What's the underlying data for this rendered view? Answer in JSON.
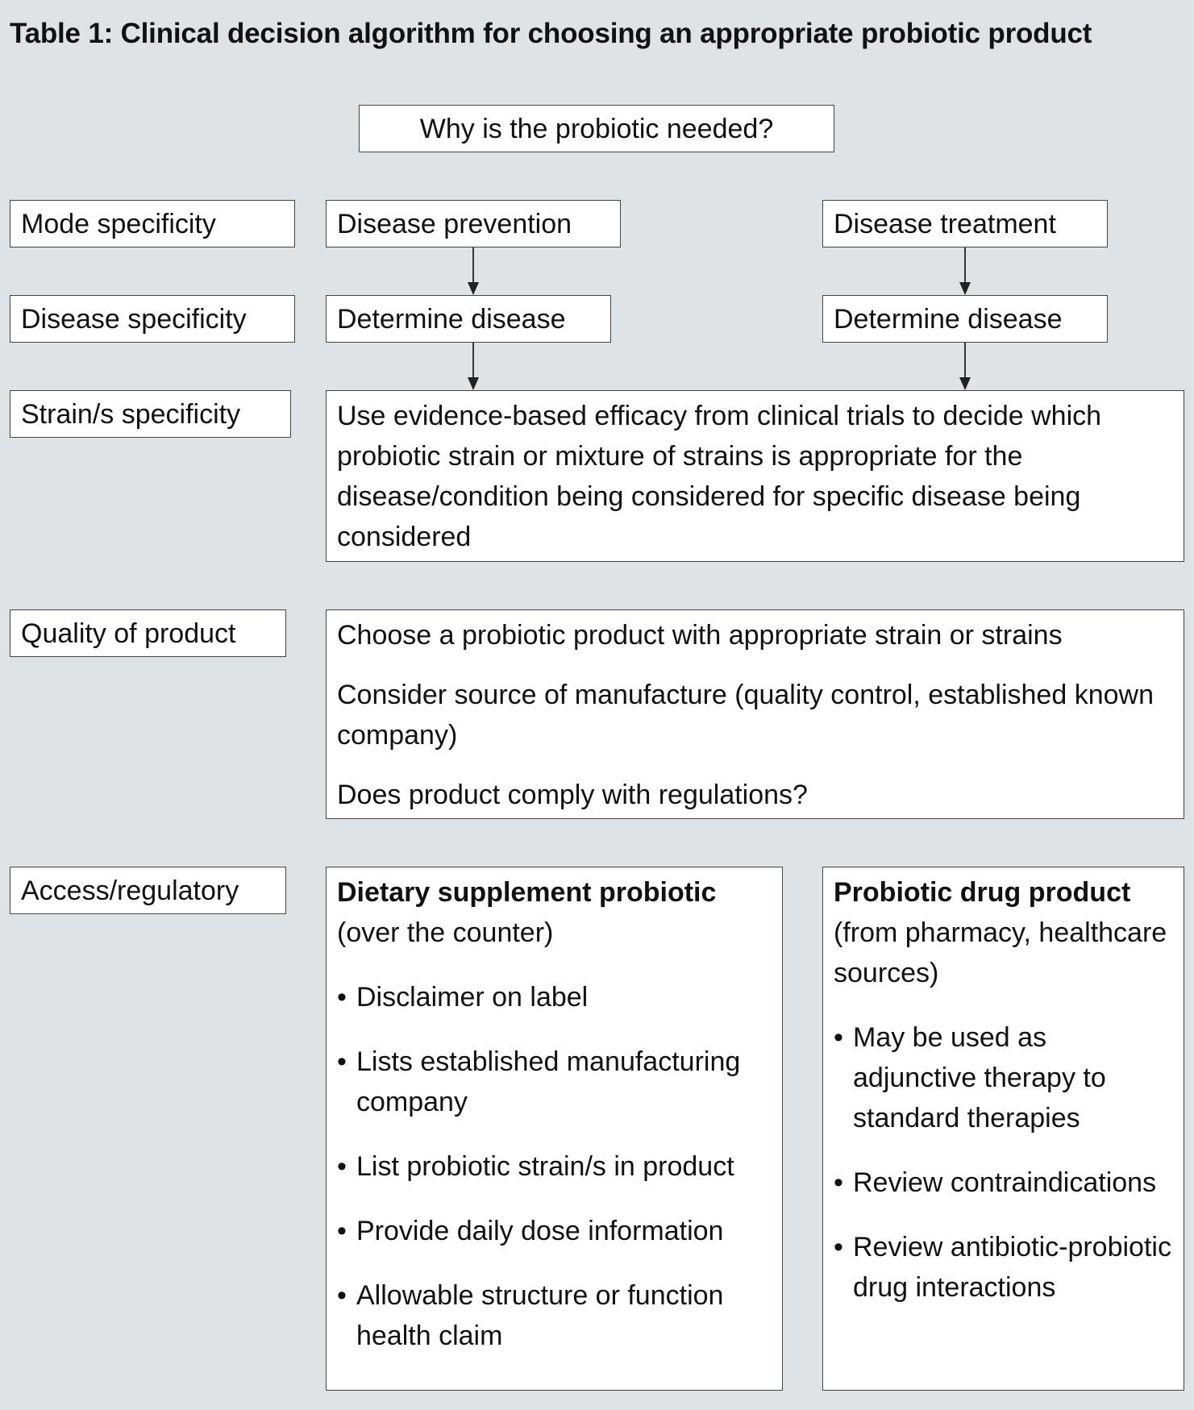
{
  "title": "Table 1: Clinical decision algorithm for choosing an appropriate probiotic product",
  "root_question": "Why is the probiotic needed?",
  "row_labels": {
    "mode": "Mode specificity",
    "disease": "Disease specificity",
    "strain": "Strain/s specificity",
    "quality": "Quality of product",
    "access": "Access/regulatory"
  },
  "mode": {
    "prevention": "Disease prevention",
    "treatment": "Disease treatment"
  },
  "disease": {
    "left": "Determine disease",
    "right": "Determine disease"
  },
  "strain_text": "Use evidence-based efficacy from clinical trials to decide which probiotic strain or mixture of strains is appropriate for the disease/condition being considered for specific disease being considered",
  "quality": {
    "items": [
      "Choose a probiotic product with appropriate strain or strains",
      "Consider source of manufacture (quality control, established known company)",
      "Does product comply with regulations?"
    ]
  },
  "access": {
    "supplement": {
      "heading": "Dietary supplement probiotic",
      "subheading": "(over the counter)",
      "bullets": [
        "Disclaimer on label",
        "Lists established manufacturing company",
        "List probiotic strain/s in product",
        "Provide daily dose information",
        "Allowable structure or function health claim"
      ]
    },
    "drug": {
      "heading": "Probiotic drug product",
      "subheading": "(from pharmacy, healthcare sources)",
      "bullets": [
        "May be used as adjunctive therapy to standard therapies",
        "Review contraindications",
        "Review antibiotic-probiotic drug interactions"
      ]
    }
  }
}
